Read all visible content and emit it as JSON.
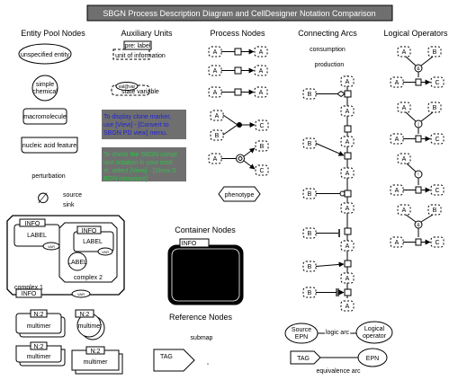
{
  "title": "SBGN Process Description Diagram and CellDesigner Notation Comparison",
  "headers": {
    "entity_pool": "Entity Pool Nodes",
    "auxiliary": "Auxiliary Units",
    "process": "Process Nodes",
    "connecting": "Connecting Arcs",
    "logical": "Logical Operators",
    "container": "Container Nodes",
    "reference": "Reference Nodes"
  },
  "entity_pool": {
    "unspecified": "unspecified entity",
    "simple_chemical_1": "simple",
    "simple_chemical_2": "chemical",
    "macromolecule": "macromolecule",
    "nucleic_acid": "nucleic acid feature",
    "perturbation": "perturbation",
    "source": "source",
    "sink": "sink",
    "empty_set": "∅"
  },
  "complex": {
    "info": "INFO",
    "label": "LABEL",
    "var": "VAR",
    "complex2": "complex 2",
    "complex1": "complex 1"
  },
  "multimer": {
    "n": "N:2",
    "label": "multimer"
  },
  "auxiliary": {
    "pre_label": "pre: label",
    "unit_info": "unit of information",
    "state_value": "val@var",
    "state_variable": "state variable",
    "note_clone": [
      "To display clone marker,",
      "use  [View] - [Convert to",
      "SBGN PD view]  menu."
    ],
    "note_compliant": [
      "To check the SBGN compl",
      "iant notation in your mod",
      "el, select [View] - [Show S",
      "BGN compliant]"
    ]
  },
  "process": {
    "node_a": "A",
    "node_b": "B",
    "node_c": "C",
    "phenotype": "phenotype"
  },
  "connecting": {
    "consumption": "consumption",
    "production": "production",
    "node_b": "B",
    "logic_arc": "logic arc",
    "equivalence_arc": "equivalence arc",
    "source_epn_1": "Source",
    "source_epn_2": "EPN",
    "logical_operator_1": "Logical",
    "logical_operator_2": "operator",
    "tag": "TAG",
    "epn": "EPN"
  },
  "logical": {
    "node_a": "A",
    "node_b": "B",
    "node_c": "C",
    "op_and": "&",
    "op_or": "|",
    "op_not": "!"
  },
  "container": {
    "info": "INFO"
  },
  "reference": {
    "submap": "submap",
    "tag": "TAG"
  },
  "colors": {
    "title_bg": "#6f6f6f",
    "title_fg": "#ffffff",
    "note_bg": "#6f6f6f",
    "note1_fg": "#1f22d8",
    "note2_fg": "#2cc247",
    "compartment_bg": "#000000"
  }
}
